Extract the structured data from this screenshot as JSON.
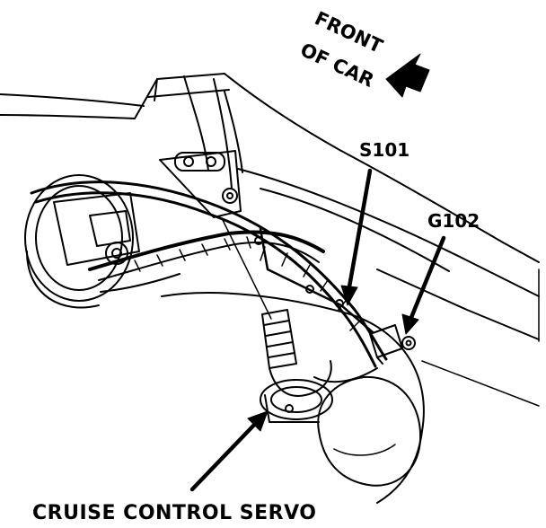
{
  "labels": {
    "front": "FRONT",
    "of_car": "OF CAR",
    "s101": "S101",
    "g102": "G102",
    "cruise_control_servo": "CRUISE CONTROL SERVO"
  },
  "colors": {
    "ink": "#000000",
    "paper": "#ffffff"
  }
}
